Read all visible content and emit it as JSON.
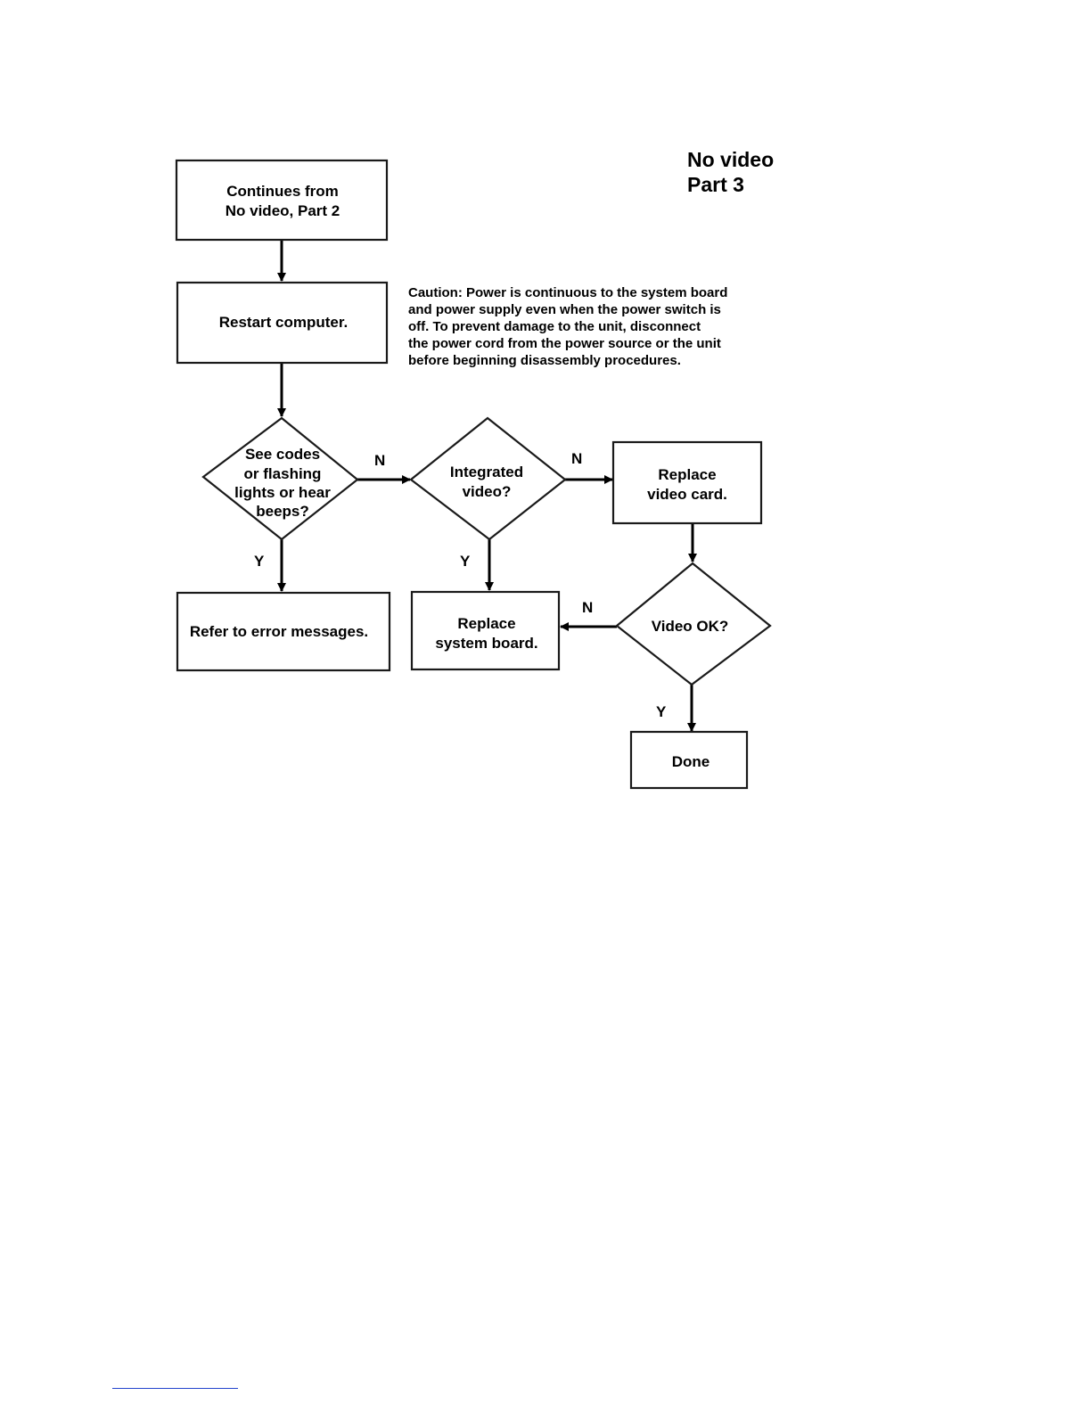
{
  "title": [
    "No video",
    "Part 3"
  ],
  "caution": [
    "Caution: Power is continuous to the system board",
    "and power supply even when the power switch is",
    "off.  To prevent damage to the unit, disconnect",
    "the power cord from the power source or the unit",
    "before beginning disassembly procedures."
  ],
  "nodes": {
    "continues": {
      "shape": "rect",
      "lines": [
        "Continues from",
        "No video, Part 2"
      ]
    },
    "restart": {
      "shape": "rect",
      "lines": [
        "Restart computer."
      ]
    },
    "codes": {
      "shape": "diamond",
      "lines": [
        "See codes",
        "or flashing",
        "lights or hear",
        "beeps?"
      ]
    },
    "integrated": {
      "shape": "diamond",
      "lines": [
        "Integrated",
        "video?"
      ]
    },
    "replace_card": {
      "shape": "rect",
      "lines": [
        "Replace",
        "video card."
      ]
    },
    "refer": {
      "shape": "rect",
      "lines": [
        "Refer to error messages."
      ]
    },
    "replace_board": {
      "shape": "rect",
      "lines": [
        "Replace",
        "system board."
      ]
    },
    "video_ok": {
      "shape": "diamond",
      "lines": [
        "Video OK?"
      ]
    },
    "done": {
      "shape": "rect",
      "lines": [
        "Done"
      ]
    }
  },
  "edges": [
    {
      "from": "continues",
      "to": "restart",
      "label": ""
    },
    {
      "from": "restart",
      "to": "codes",
      "label": ""
    },
    {
      "from": "codes",
      "to": "integrated",
      "label": "N"
    },
    {
      "from": "codes",
      "to": "refer",
      "label": "Y"
    },
    {
      "from": "integrated",
      "to": "replace_card",
      "label": "N"
    },
    {
      "from": "integrated",
      "to": "replace_board",
      "label": "Y"
    },
    {
      "from": "replace_card",
      "to": "video_ok",
      "label": ""
    },
    {
      "from": "video_ok",
      "to": "replace_board",
      "label": "N"
    },
    {
      "from": "video_ok",
      "to": "done",
      "label": "Y"
    }
  ]
}
